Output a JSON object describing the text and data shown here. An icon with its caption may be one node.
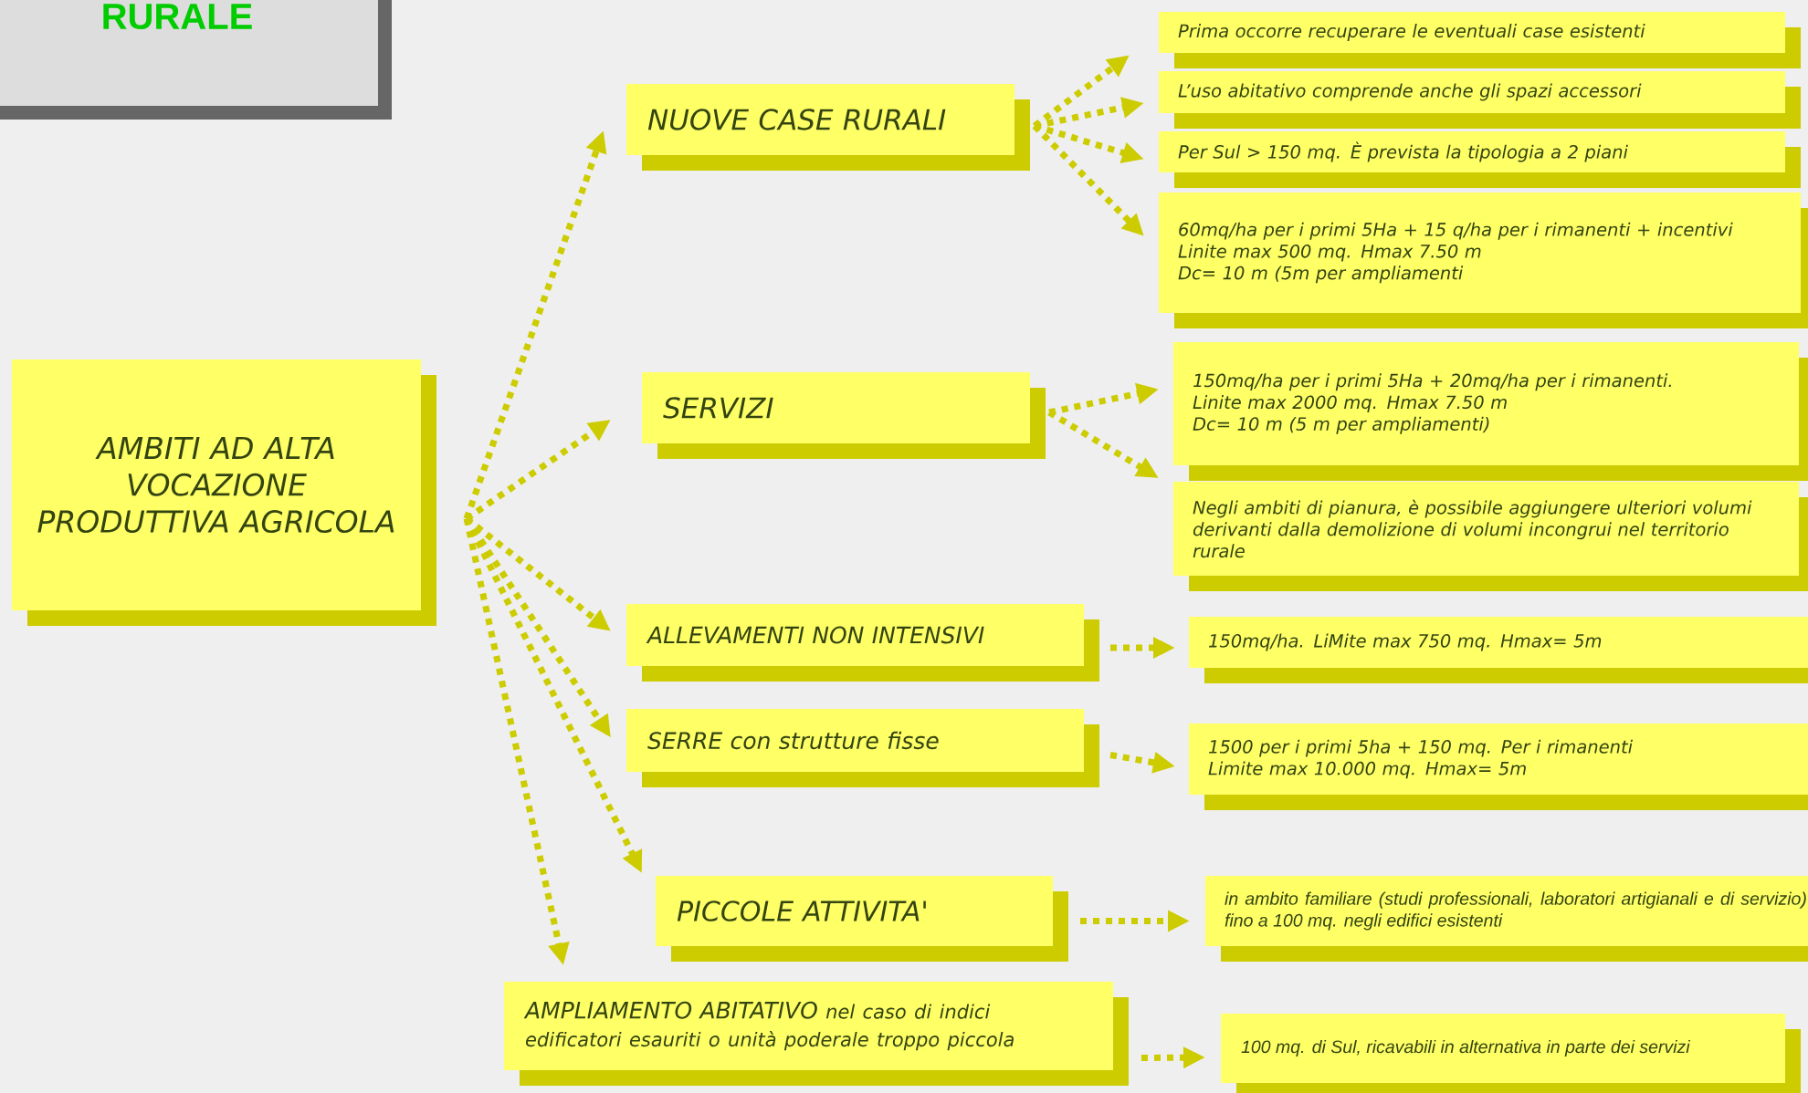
{
  "diagram": {
    "nodes": [
      {
        "text": [
          "RURALE"
        ]
      },
      {
        "text": [
          "AMBITI AD ALTA VOCAZIONE PRODUTTIVA AGRICOLA"
        ]
      },
      {
        "text": [
          "NUOVE CASE RURALI"
        ]
      },
      {
        "text": [
          "SERVIZI"
        ]
      },
      {
        "text": [
          "ALLEVAMENTI NON INTENSIVI"
        ]
      },
      {
        "text": [
          "SERRE con strutture fisse"
        ]
      },
      {
        "text": [
          "PICCOLE ATTIVITA'"
        ]
      },
      {
        "text": [
          "AMPLIAMENTO ABITATIVO",
          "nel caso di indici edificatori esauriti o unità poderale troppo piccola"
        ]
      },
      {
        "text": [
          "Prima occorre recuperare le eventuali case esistenti"
        ]
      },
      {
        "text": [
          "L’uso abitativo comprende anche gli spazi accessori"
        ]
      },
      {
        "text": [
          "Per Sul > 150 mq. È prevista la tipologia a 2 piani"
        ]
      },
      {
        "text": [
          "60mq/ha per i primi 5Ha + 15 q/ha per i rimanenti + incentivi",
          "Linite max 500 mq. Hmax 7.50 m",
          "Dc= 10 m (5m per ampliamenti"
        ]
      },
      {
        "text": [
          "150mq/ha per i primi 5Ha + 20mq/ha per i rimanenti.",
          "Linite max 2000 mq. Hmax 7.50 m",
          "Dc= 10 m (5 m per ampliamenti)"
        ]
      },
      {
        "text": [
          "Negli ambiti di pianura, è possibile aggiungere ulteriori volumi derivanti dalla demolizione di volumi incongrui nel territorio rurale"
        ]
      },
      {
        "text": [
          "150mq/ha. LiMite max 750 mq. Hmax= 5m"
        ]
      },
      {
        "text": [
          "1500 per i primi 5ha + 150 mq. Per i rimanenti",
          "Limite max 10.000 mq. Hmax= 5m"
        ]
      },
      {
        "text": [
          "in ambito familiare (studi professionali, laboratori artigianali e di servizio) fino a 100 mq. negli edifici esistenti"
        ]
      },
      {
        "text": [
          "100 mq. di Sul, ricavabili in alternativa in parte dei servizi"
        ]
      }
    ],
    "edges": [
      {
        "from": 1,
        "to": 2,
        "arrow": "to",
        "style": "dashed"
      },
      {
        "from": 1,
        "to": 3,
        "arrow": "to",
        "style": "dashed"
      },
      {
        "from": 1,
        "to": 4,
        "arrow": "to",
        "style": "dashed"
      },
      {
        "from": 1,
        "to": 5,
        "arrow": "to",
        "style": "dashed"
      },
      {
        "from": 1,
        "to": 6,
        "arrow": "to",
        "style": "dashed"
      },
      {
        "from": 1,
        "to": 7,
        "arrow": "to",
        "style": "dashed"
      },
      {
        "from": 2,
        "to": 8,
        "arrow": "to",
        "style": "dashed"
      },
      {
        "from": 2,
        "to": 9,
        "arrow": "to",
        "style": "dashed"
      },
      {
        "from": 2,
        "to": 10,
        "arrow": "to",
        "style": "dashed"
      },
      {
        "from": 2,
        "to": 11,
        "arrow": "to",
        "style": "dashed"
      },
      {
        "from": 3,
        "to": 12,
        "arrow": "to",
        "style": "dashed"
      },
      {
        "from": 3,
        "to": 13,
        "arrow": "to",
        "style": "dashed"
      },
      {
        "from": 4,
        "to": 14,
        "arrow": "to",
        "style": "dashed"
      },
      {
        "from": 5,
        "to": 15,
        "arrow": "to",
        "style": "dashed"
      },
      {
        "from": 6,
        "to": 16,
        "arrow": "to",
        "style": "dashed"
      },
      {
        "from": 7,
        "to": 17,
        "arrow": "to",
        "style": "dashed"
      }
    ]
  }
}
